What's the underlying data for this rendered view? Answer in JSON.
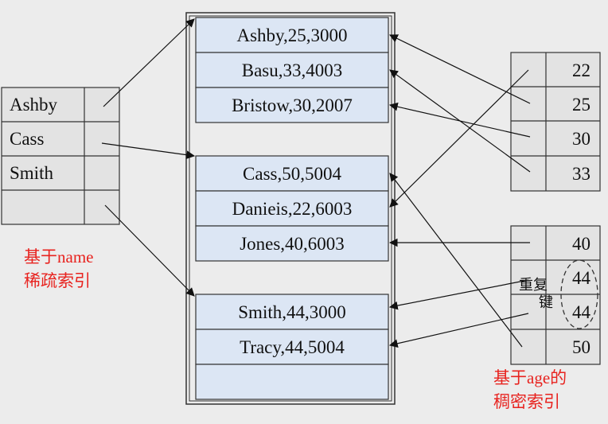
{
  "name_index": {
    "label_line1": "基于name",
    "label_line2": "稀疏索引",
    "keys": [
      "Ashby",
      "Cass",
      "Smith",
      ""
    ]
  },
  "data_file": {
    "block1": [
      "Ashby,25,3000",
      "Basu,33,4003",
      "Bristow,30,2007"
    ],
    "block2": [
      "Cass,50,5004",
      "Danieis,22,6003",
      "Jones,40,6003"
    ],
    "block3": [
      "Smith,44,3000",
      "Tracy,44,5004",
      ""
    ]
  },
  "age_index": {
    "label_line1": "基于age的",
    "label_line2": "稠密索引",
    "group1": [
      "22",
      "25",
      "30",
      "33"
    ],
    "group2": [
      "40",
      "44",
      "44",
      "50"
    ],
    "duplicate_key_line1": "重复",
    "duplicate_key_line2": "键"
  },
  "colors": {
    "record_fill": "#dce6f4",
    "index_fill": "#e3e3e3",
    "label_red": "#e8231f",
    "border": "#333333"
  }
}
